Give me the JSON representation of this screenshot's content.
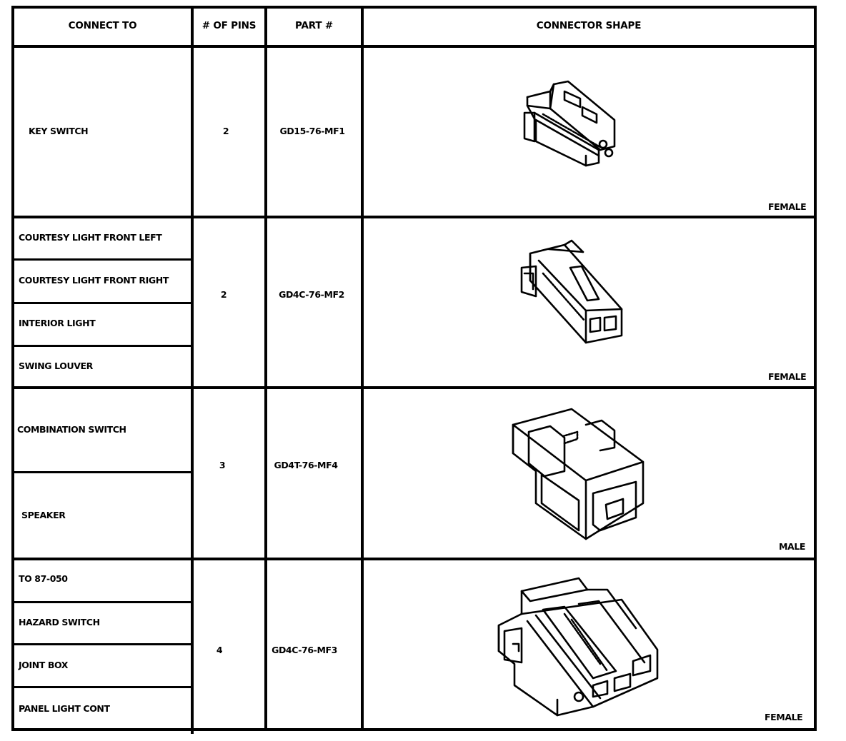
{
  "headers": {
    "connect_to": "CONNECT TO",
    "pins": "# OF PINS",
    "part": "PART #",
    "shape": "CONNECTOR SHAPE"
  },
  "rows": [
    {
      "connect_to": [
        "KEY SWITCH"
      ],
      "pins": "2",
      "part": "GD15-76-MF1",
      "gender": "FEMALE",
      "shape_icon": "connector-2pin-key-switch-icon"
    },
    {
      "connect_to": [
        "COURTESY LIGHT FRONT LEFT",
        "COURTESY LIGHT FRONT RIGHT",
        "INTERIOR LIGHT",
        "SWING LOUVER"
      ],
      "pins": "2",
      "part": "GD4C-76-MF2",
      "gender": "FEMALE",
      "shape_icon": "connector-2pin-female-icon"
    },
    {
      "connect_to": [
        "COMBINATION SWITCH",
        "SPEAKER"
      ],
      "pins": "3",
      "part": "GD4T-76-MF4",
      "gender": "MALE",
      "shape_icon": "connector-3pin-male-icon"
    },
    {
      "connect_to": [
        "TO 87-050",
        "HAZARD SWITCH",
        "JOINT BOX",
        "PANEL LIGHT CONT"
      ],
      "pins": "4",
      "part": "GD4C-76-MF3",
      "gender": "FEMALE",
      "shape_icon": "connector-4pin-female-icon"
    }
  ]
}
